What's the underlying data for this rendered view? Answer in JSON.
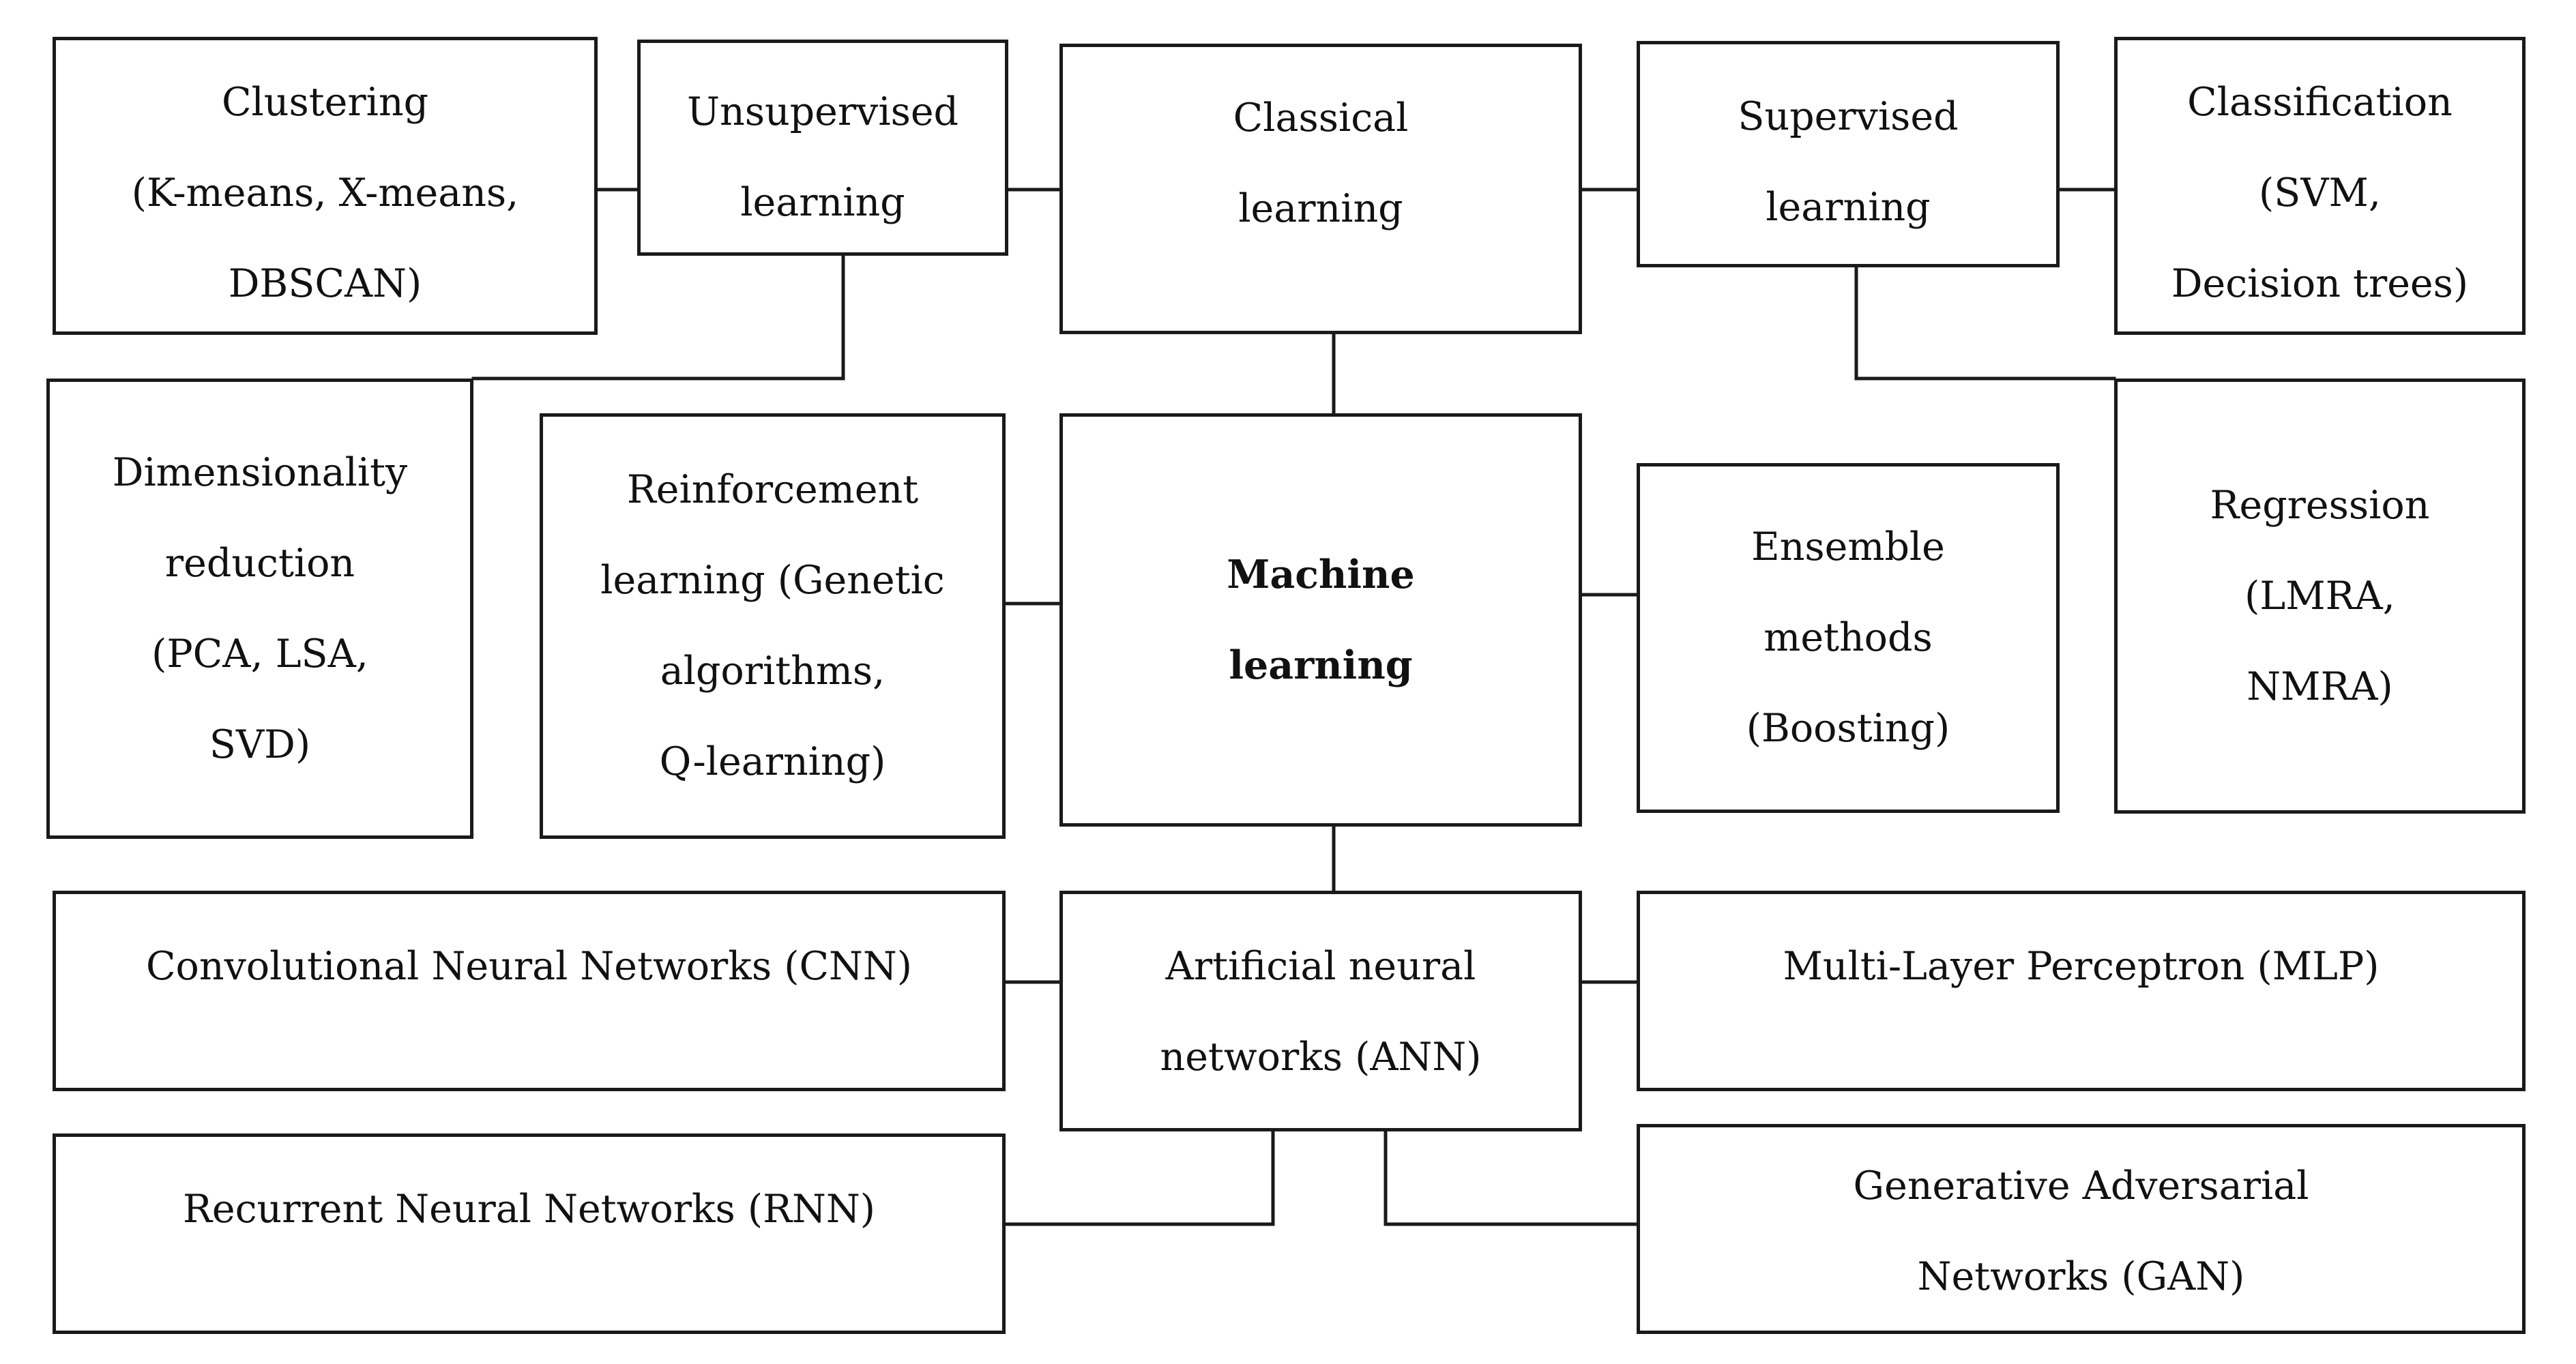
{
  "diagram": {
    "nodes": {
      "clustering": [
        "Clustering",
        "(K-means, X-means,",
        "DBSCAN)"
      ],
      "unsupervised": [
        "Unsupervised",
        "learning"
      ],
      "classical": [
        "Classical",
        "learning"
      ],
      "supervised": [
        "Supervised",
        "learning"
      ],
      "classification": [
        "Classification",
        "(SVM,",
        "Decision trees)"
      ],
      "dimensionality": [
        "Dimensionality",
        "reduction",
        "(PCA, LSA,",
        "SVD)"
      ],
      "reinforcement": [
        "Reinforcement",
        "learning (Genetic",
        "algorithms,",
        "Q-learning)"
      ],
      "machine_learning": [
        "Machine",
        "learning"
      ],
      "ensemble": [
        "Ensemble",
        "methods",
        "(Boosting)"
      ],
      "regression": [
        "Regression",
        "(LMRA,",
        "NMRA)"
      ],
      "cnn": [
        "Convolutional Neural Networks (CNN)"
      ],
      "ann": [
        "Artificial neural",
        "networks (ANN)"
      ],
      "mlp": [
        "Multi-Layer Perceptron (MLP)"
      ],
      "rnn": [
        "Recurrent Neural Networks (RNN)"
      ],
      "gan": [
        "Generative Adversarial",
        "Networks (GAN)"
      ]
    },
    "connections": [
      [
        "clustering",
        "unsupervised"
      ],
      [
        "unsupervised",
        "classical"
      ],
      [
        "classical",
        "supervised"
      ],
      [
        "supervised",
        "classification"
      ],
      [
        "unsupervised",
        "dimensionality"
      ],
      [
        "supervised",
        "regression"
      ],
      [
        "classical",
        "machine_learning"
      ],
      [
        "reinforcement",
        "machine_learning"
      ],
      [
        "machine_learning",
        "ensemble"
      ],
      [
        "machine_learning",
        "ann"
      ],
      [
        "cnn",
        "ann"
      ],
      [
        "ann",
        "mlp"
      ],
      [
        "ann",
        "rnn"
      ],
      [
        "ann",
        "gan"
      ]
    ]
  }
}
